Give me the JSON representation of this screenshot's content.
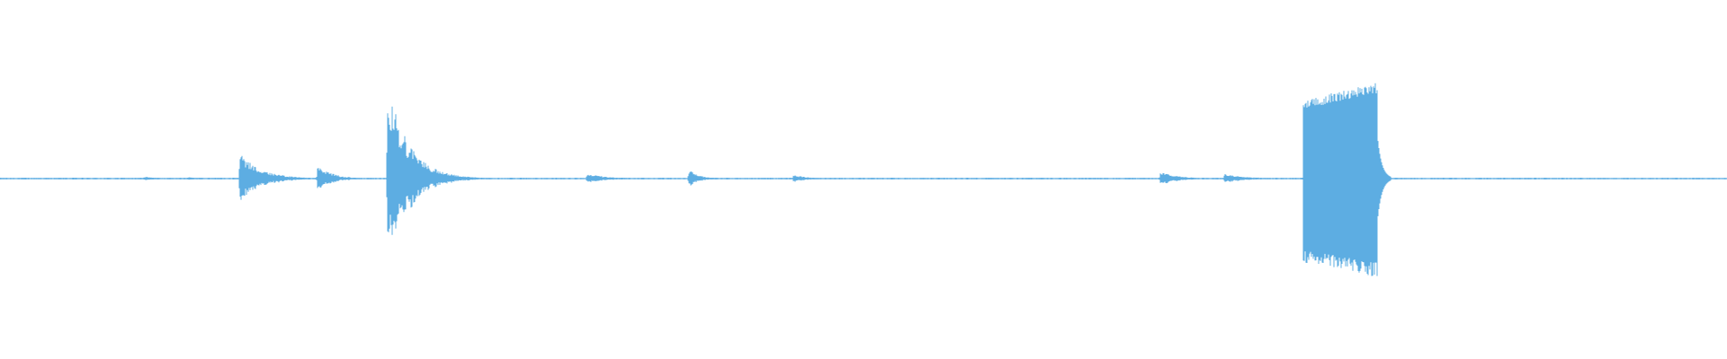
{
  "colors": {
    "background": "#ffffff",
    "waveform": "#5dade2"
  },
  "waveform": {
    "duration_fraction_note": "",
    "events": [
      {
        "t": 0.0835,
        "amp": 0.02,
        "decay": 0.01
      },
      {
        "t": 0.109,
        "amp": 0.015,
        "decay": 0.01
      },
      {
        "t": 0.139,
        "amp": 0.26,
        "decay": 0.012
      },
      {
        "t": 0.184,
        "amp": 0.15,
        "decay": 0.008
      },
      {
        "t": 0.2245,
        "amp": 0.98,
        "decay": 0.012
      },
      {
        "t": 0.34,
        "amp": 0.05,
        "decay": 0.012
      },
      {
        "t": 0.399,
        "amp": 0.09,
        "decay": 0.006
      },
      {
        "t": 0.4595,
        "amp": 0.04,
        "decay": 0.008
      },
      {
        "t": 0.672,
        "amp": 0.07,
        "decay": 0.01
      },
      {
        "t": 0.709,
        "amp": 0.05,
        "decay": 0.012
      }
    ],
    "burst": {
      "start": 0.7545,
      "end": 0.7975,
      "amp_start": 0.8,
      "amp_end": 0.98,
      "amp_bottom_start": 0.85,
      "amp_bottom_end": 1.0
    },
    "noise_floor": 0.006
  }
}
